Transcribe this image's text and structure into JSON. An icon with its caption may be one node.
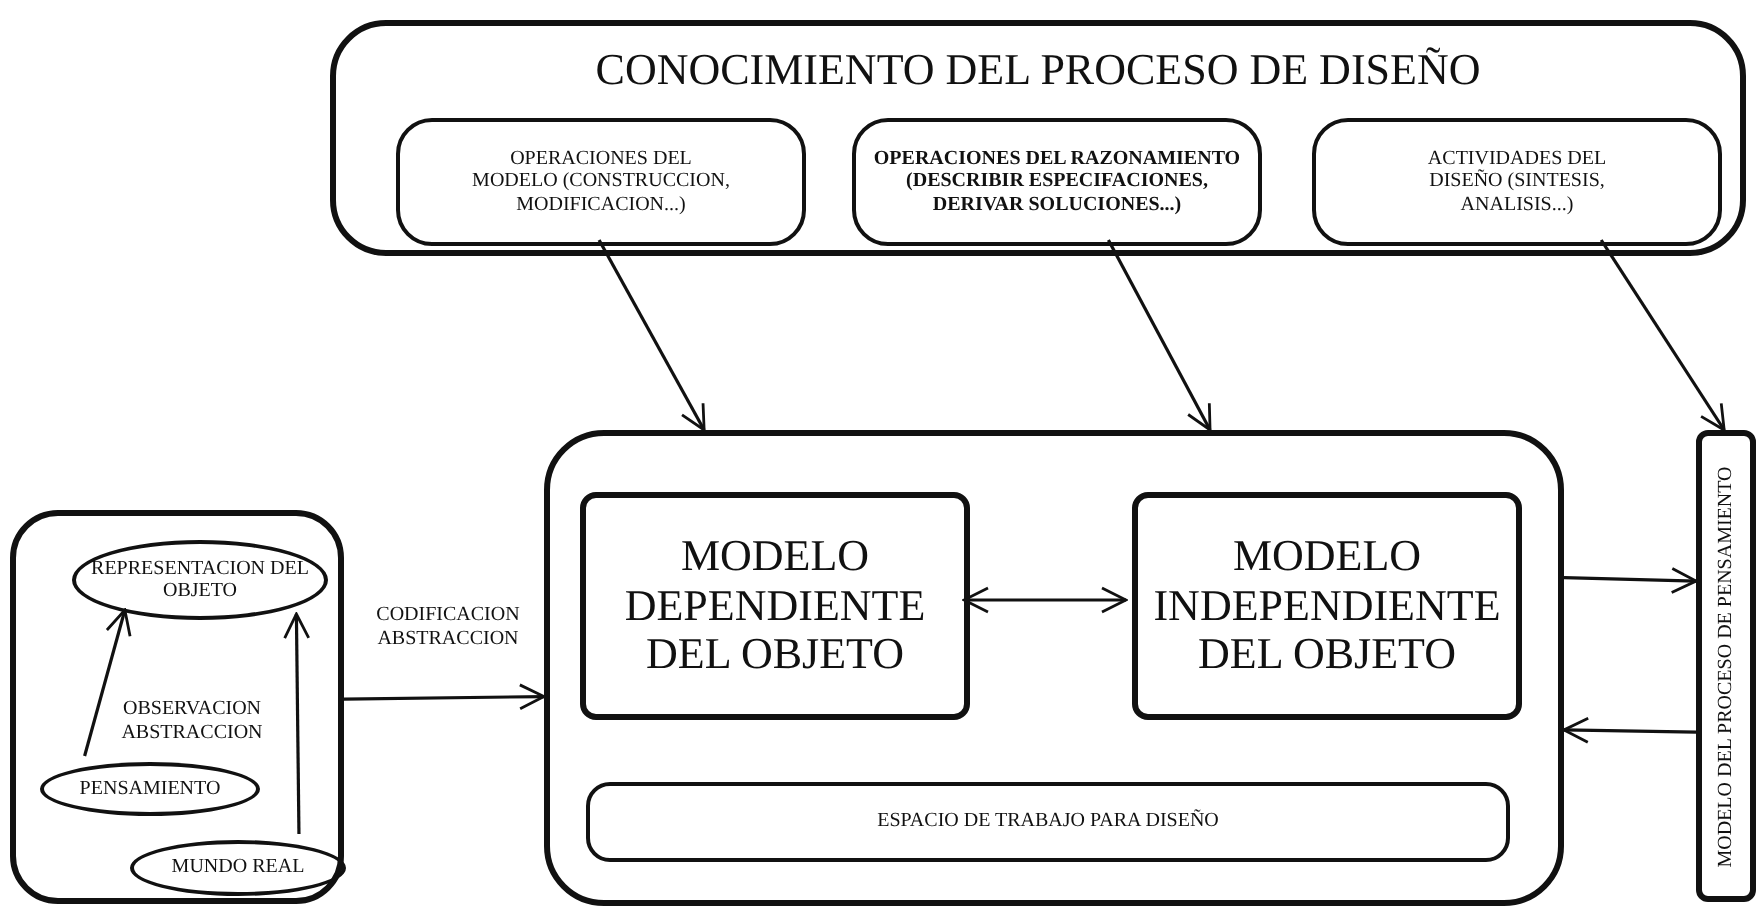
{
  "diagram": {
    "nodes": [
      {
        "text": [
          "CONOCIMIENTO DEL PROCESO DE DISEÑO"
        ]
      },
      {
        "text": [
          "OPERACIONES DEL MODELO (CONSTRUCCION, MODIFICACION...)"
        ],
        "in": 0
      },
      {
        "text": [
          "OPERACIONES DEL RAZONAMIENTO (DESCRIBIR ESPECIFACIONES, DERIVAR SOLUCIONES...)"
        ],
        "in": 0
      },
      {
        "text": [
          "ACTIVIDADES DEL DISEÑO (SINTESIS, ANALISIS...)"
        ],
        "in": 0
      },
      {
        "text": [],
        "shape": "box"
      },
      {
        "text": [
          "REPRESENTACION DEL OBJETO"
        ],
        "in": 4
      },
      {
        "text": [
          "PENSAMIENTO"
        ],
        "in": 4
      },
      {
        "text": [
          "MUNDO REAL"
        ],
        "in": 4
      },
      {
        "text": [],
        "shape": "box"
      },
      {
        "text": [
          "MODELO DEPENDIENTE DEL OBJETO"
        ],
        "in": 8
      },
      {
        "text": [
          "MODELO INDEPENDIENTE DEL OBJETO"
        ],
        "in": 8
      },
      {
        "text": [
          "ESPACIO DE TRABAJO PARA DISEÑO"
        ],
        "in": 8
      },
      {
        "text": [
          "MODELO DEL PROCESO DE PENSAMIENTO"
        ]
      }
    ],
    "edges": [
      {
        "from": 1,
        "to": 8,
        "arrow": "to"
      },
      {
        "from": 2,
        "to": 8,
        "arrow": "to"
      },
      {
        "from": 3,
        "to": 12,
        "arrow": "to"
      },
      {
        "from": 6,
        "to": 5,
        "arrow": "to"
      },
      {
        "from": 7,
        "to": 5,
        "arrow": "to"
      },
      {
        "from": 4,
        "to": 8,
        "arrow": "to",
        "label": "CODIFICACION ABSTRACCION"
      },
      {
        "from": 9,
        "to": 10,
        "arrow": "both"
      },
      {
        "from": 8,
        "to": 12,
        "arrow": "to"
      },
      {
        "from": 12,
        "to": 8,
        "arrow": "to"
      }
    ],
    "labels": [
      "OBSERVACION ABSTRACCION"
    ]
  }
}
